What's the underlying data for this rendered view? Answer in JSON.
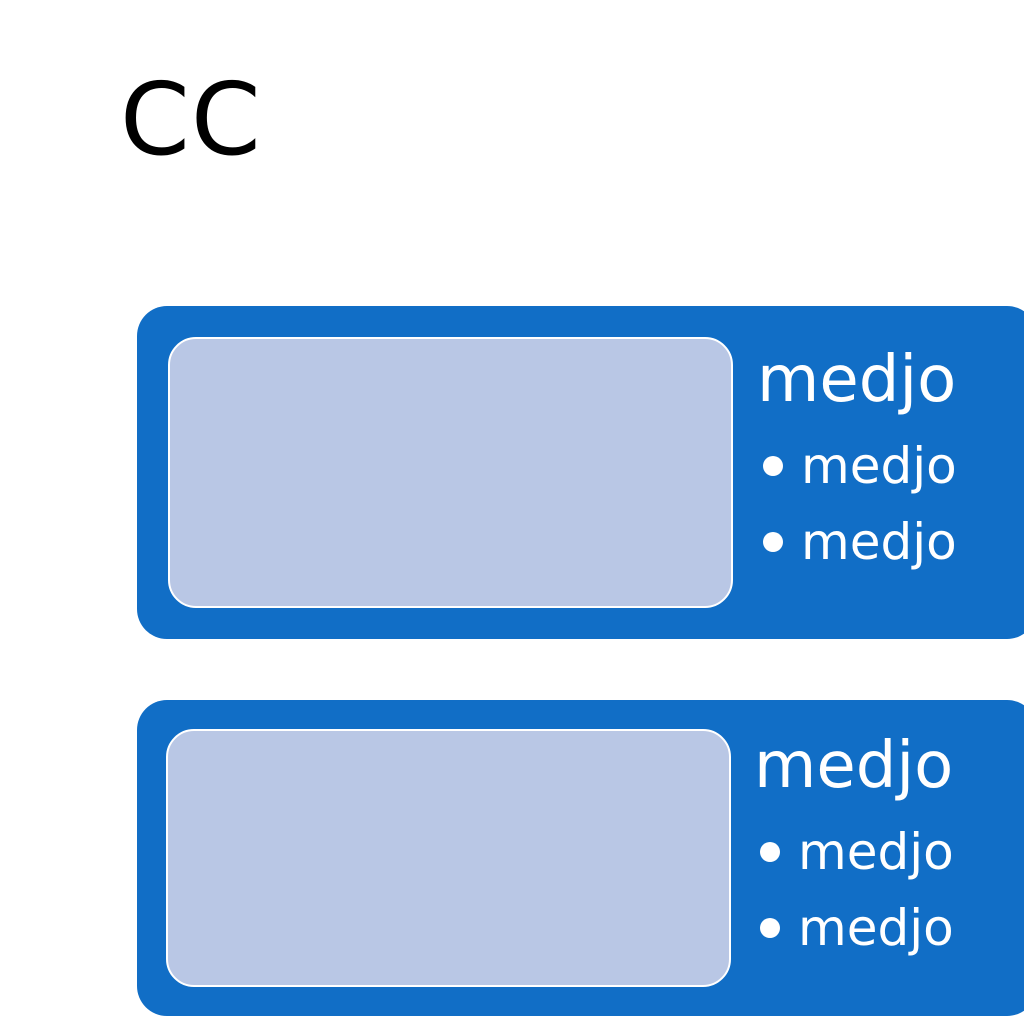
{
  "title": "CC",
  "cards": [
    {
      "heading": "medjo",
      "bullets": [
        "medjo",
        "medjo"
      ]
    },
    {
      "heading": "medjo",
      "bullets": [
        "medjo",
        "medjo"
      ]
    }
  ],
  "colors": {
    "card_background": "#116ec6",
    "placeholder_fill": "#b9c7e5",
    "placeholder_border": "#ffffff",
    "text_on_card": "#ffffff",
    "title_text": "#000000"
  }
}
